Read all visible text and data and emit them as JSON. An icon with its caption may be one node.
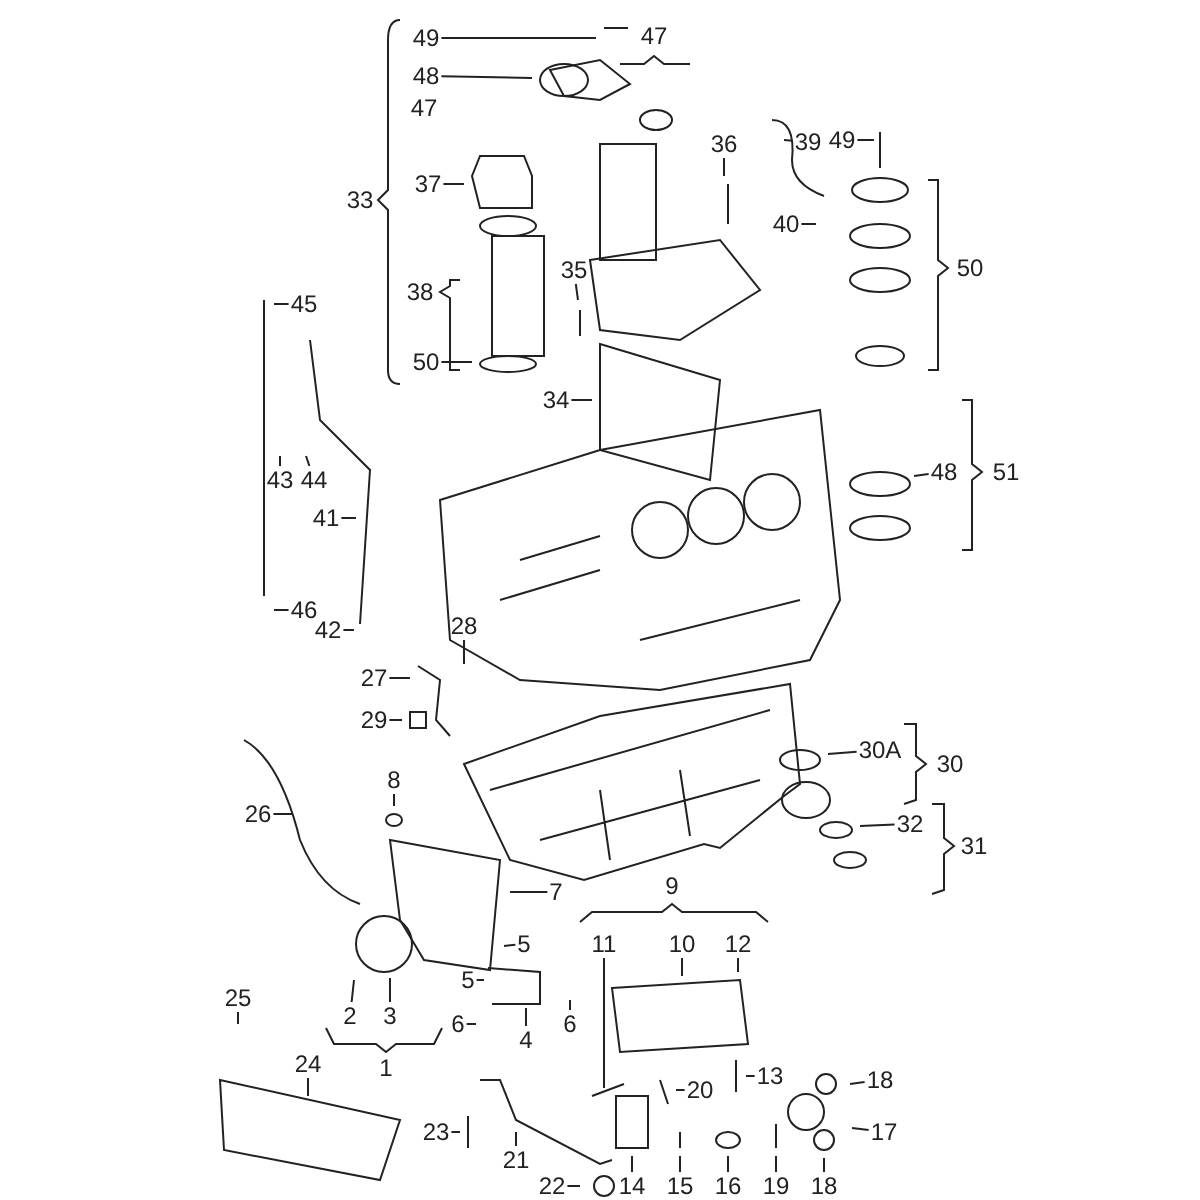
{
  "diagram": {
    "nodes": [
      {
        "text": [
          "49"
        ]
      },
      {
        "text": [
          "48"
        ]
      },
      {
        "text": [
          "37"
        ]
      },
      {
        "text": [
          "36"
        ]
      },
      {
        "text": [
          "39"
        ]
      },
      {
        "text": [
          "49"
        ]
      },
      {
        "text": [
          "35"
        ]
      },
      {
        "text": [
          "40"
        ]
      },
      {
        "text": [
          "50"
        ]
      },
      {
        "text": [
          "34"
        ]
      },
      {
        "text": [
          "45"
        ]
      },
      {
        "text": [
          "48"
        ]
      },
      {
        "text": [
          "43"
        ]
      },
      {
        "text": [
          "44"
        ]
      },
      {
        "text": [
          "41"
        ]
      },
      {
        "text": [
          "46"
        ]
      },
      {
        "text": [
          "42"
        ]
      },
      {
        "text": [
          "28"
        ]
      },
      {
        "text": [
          "27"
        ]
      },
      {
        "text": [
          "29"
        ]
      },
      {
        "text": [
          "30A"
        ]
      },
      {
        "text": [
          "8"
        ]
      },
      {
        "text": [
          "26"
        ]
      },
      {
        "text": [
          "32"
        ]
      },
      {
        "text": [
          "7"
        ]
      },
      {
        "text": [
          "5"
        ]
      },
      {
        "text": [
          "11"
        ]
      },
      {
        "text": [
          "10"
        ]
      },
      {
        "text": [
          "12"
        ]
      },
      {
        "text": [
          "5"
        ]
      },
      {
        "text": [
          "25"
        ]
      },
      {
        "text": [
          "2"
        ]
      },
      {
        "text": [
          "3"
        ]
      },
      {
        "text": [
          "6"
        ]
      },
      {
        "text": [
          "6"
        ]
      },
      {
        "text": [
          "4"
        ]
      },
      {
        "text": [
          "24"
        ]
      },
      {
        "text": [
          "13"
        ]
      },
      {
        "text": [
          "18"
        ]
      },
      {
        "text": [
          "17"
        ]
      },
      {
        "text": [
          "23"
        ]
      },
      {
        "text": [
          "18"
        ]
      },
      {
        "text": [
          "20"
        ]
      },
      {
        "text": [
          "21"
        ]
      },
      {
        "text": [
          "16"
        ]
      },
      {
        "text": [
          "19"
        ]
      },
      {
        "text": [
          "15"
        ]
      },
      {
        "text": [
          "14"
        ]
      },
      {
        "text": [
          "22"
        ]
      }
    ],
    "edges": [
      {
        "from": 0,
        "to": null,
        "arrow": "none"
      },
      {
        "from": 1,
        "to": null,
        "arrow": "none"
      },
      {
        "from": 2,
        "to": null,
        "arrow": "none"
      },
      {
        "from": 3,
        "to": null,
        "arrow": "none"
      },
      {
        "from": 4,
        "to": null,
        "arrow": "none"
      },
      {
        "from": 5,
        "to": null,
        "arrow": "none"
      },
      {
        "from": 6,
        "to": null,
        "arrow": "none"
      },
      {
        "from": 7,
        "to": null,
        "arrow": "none"
      },
      {
        "from": 8,
        "to": null,
        "arrow": "none"
      },
      {
        "from": 9,
        "to": null,
        "arrow": "none"
      },
      {
        "from": 10,
        "to": null,
        "arrow": "none"
      },
      {
        "from": 11,
        "to": null,
        "arrow": "none"
      },
      {
        "from": 12,
        "to": null,
        "arrow": "none"
      },
      {
        "from": 13,
        "to": null,
        "arrow": "none"
      },
      {
        "from": 14,
        "to": null,
        "arrow": "none"
      },
      {
        "from": 15,
        "to": null,
        "arrow": "none"
      },
      {
        "from": 16,
        "to": null,
        "arrow": "none"
      },
      {
        "from": 17,
        "to": null,
        "arrow": "none"
      },
      {
        "from": 18,
        "to": null,
        "arrow": "none"
      },
      {
        "from": 19,
        "to": null,
        "arrow": "none"
      },
      {
        "from": 20,
        "to": null,
        "arrow": "none"
      },
      {
        "from": 21,
        "to": null,
        "arrow": "none"
      },
      {
        "from": 22,
        "to": null,
        "arrow": "none"
      },
      {
        "from": 23,
        "to": null,
        "arrow": "none"
      },
      {
        "from": 24,
        "to": null,
        "arrow": "none"
      },
      {
        "from": 25,
        "to": null,
        "arrow": "none"
      },
      {
        "from": 26,
        "to": null,
        "arrow": "none"
      },
      {
        "from": 27,
        "to": null,
        "arrow": "none"
      },
      {
        "from": 28,
        "to": null,
        "arrow": "none"
      },
      {
        "from": 29,
        "to": null,
        "arrow": "none"
      },
      {
        "from": 30,
        "to": null,
        "arrow": "none"
      },
      {
        "from": 31,
        "to": null,
        "arrow": "none"
      },
      {
        "from": 32,
        "to": null,
        "arrow": "none"
      },
      {
        "from": 33,
        "to": null,
        "arrow": "none"
      },
      {
        "from": 34,
        "to": null,
        "arrow": "none"
      },
      {
        "from": 35,
        "to": null,
        "arrow": "none"
      },
      {
        "from": 36,
        "to": null,
        "arrow": "none"
      },
      {
        "from": 37,
        "to": null,
        "arrow": "none"
      },
      {
        "from": 38,
        "to": null,
        "arrow": "none"
      },
      {
        "from": 39,
        "to": null,
        "arrow": "none"
      },
      {
        "from": 40,
        "to": null,
        "arrow": "none"
      },
      {
        "from": 41,
        "to": null,
        "arrow": "none"
      },
      {
        "from": 42,
        "to": null,
        "arrow": "none"
      },
      {
        "from": 43,
        "to": null,
        "arrow": "none"
      },
      {
        "from": 44,
        "to": null,
        "arrow": "none"
      },
      {
        "from": 45,
        "to": null,
        "arrow": "none"
      },
      {
        "from": 46,
        "to": null,
        "arrow": "none"
      },
      {
        "from": 47,
        "to": null,
        "arrow": "none"
      },
      {
        "from": 48,
        "to": null,
        "arrow": "none"
      }
    ],
    "labels": [
      "47",
      "47",
      "33",
      "38",
      "50",
      "51",
      "30",
      "31",
      "9",
      "1"
    ]
  }
}
